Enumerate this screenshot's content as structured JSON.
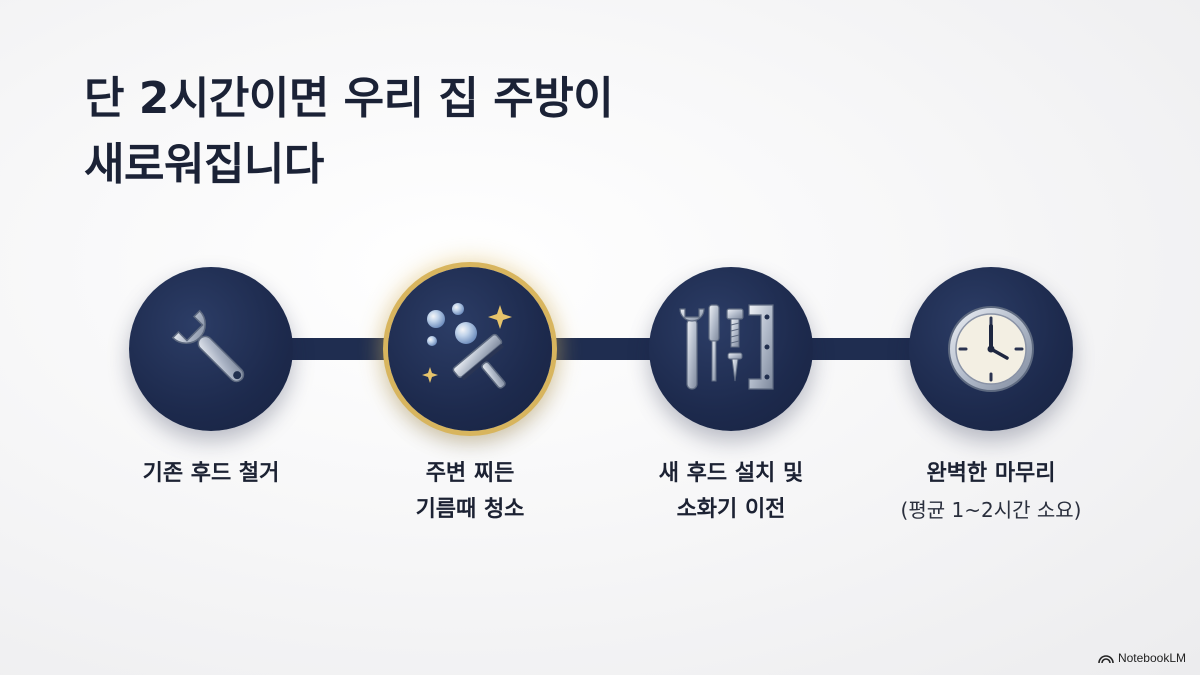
{
  "title": {
    "line1": "단 2시간이면 우리 집 주방이",
    "line2": "새로워집니다"
  },
  "steps": [
    {
      "icon": "wrench-icon",
      "label_lines": [
        "기존 후드 철거"
      ],
      "highlighted": false
    },
    {
      "icon": "squeegee-bubbles-icon",
      "label_lines": [
        "주변 찌든",
        "기름때 청소"
      ],
      "highlighted": true
    },
    {
      "icon": "tools-bolt-bracket-icon",
      "label_lines": [
        "새 후드 설치 및",
        "소화기 이전"
      ],
      "highlighted": false
    },
    {
      "icon": "clock-icon",
      "label_lines": [
        "완벽한 마무리"
      ],
      "sub_label": "(평균 1~2시간 소요)",
      "highlighted": false
    }
  ],
  "brand": {
    "label": "NotebookLM"
  },
  "colors": {
    "circle": "#1d2a4d",
    "connector": "#1f2d50",
    "highlight_ring": "#d8b55e",
    "title_text": "#1b2236"
  }
}
